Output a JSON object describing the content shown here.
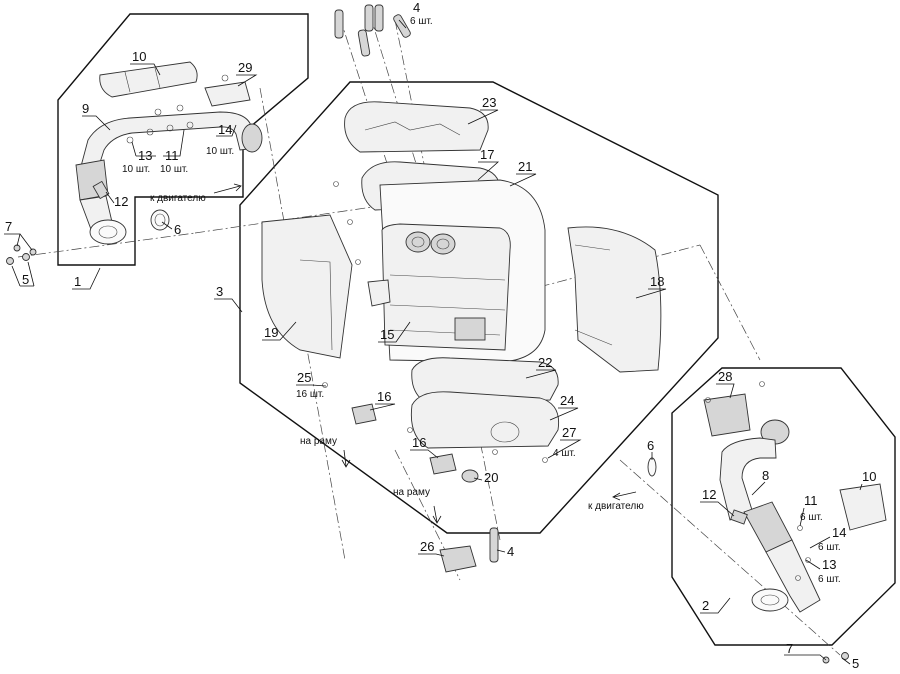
{
  "labels": {
    "p1": "1",
    "p2": "2",
    "p3": "3",
    "p4a": "4",
    "p4a_qty": "6 шт.",
    "p4b": "4",
    "p5a": "5",
    "p5b": "5",
    "p6a": "6",
    "p6b": "6",
    "p7a": "7",
    "p7b": "7",
    "p8": "8",
    "p9": "9",
    "p10a": "10",
    "p10b": "10",
    "p11a": "11",
    "p11a_qty": "10 шт.",
    "p11b": "11",
    "p11b_qty": "6 шт.",
    "p12a": "12",
    "p12b": "12",
    "p13a": "13",
    "p13a_qty": "10 шт.",
    "p13b": "13",
    "p13b_qty": "6 шт.",
    "p14a": "14",
    "p14a_qty": "10 шт.",
    "p14b": "14",
    "p14b_qty": "6 шт.",
    "p15": "15",
    "p16a": "16",
    "p16b": "16",
    "p17": "17",
    "p18": "18",
    "p19": "19",
    "p20": "20",
    "p21": "21",
    "p22": "22",
    "p23": "23",
    "p24": "24",
    "p25": "25",
    "p25_qty": "16 шт.",
    "p26": "26",
    "p27": "27",
    "p27_qty": "4 шт.",
    "p28": "28",
    "p29": "29"
  },
  "notes": {
    "to_engine_1": "к двигателю",
    "to_engine_2": "к двигателю",
    "to_frame_1": "на раму",
    "to_frame_2": "на раму"
  }
}
